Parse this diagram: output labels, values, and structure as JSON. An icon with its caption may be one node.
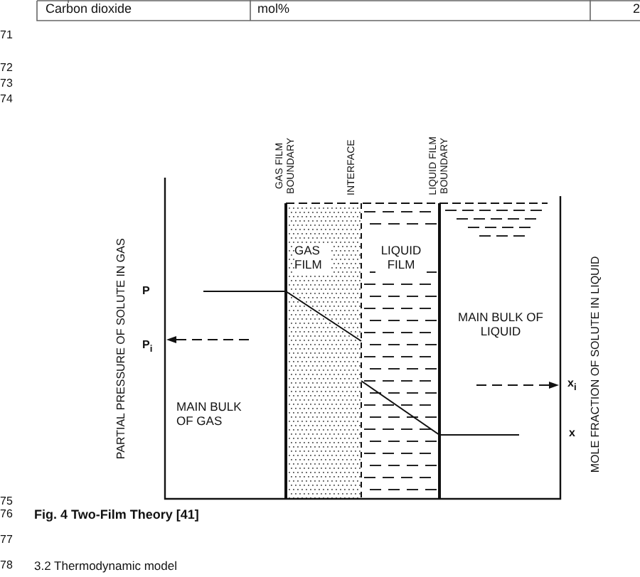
{
  "diagram": {
    "caption": "Fig. 4 Two-Film Theory [41]",
    "nodes": [
      {
        "text": [
          "MAIN BULK OF GAS"
        ]
      },
      {
        "text": [
          "GAS FILM"
        ]
      },
      {
        "text": [
          "LIQUID FILM"
        ]
      },
      {
        "text": [
          "MAIN BULK OF LIQUID"
        ]
      }
    ],
    "labels": [
      "Carbon dioxide",
      "mol%",
      "2",
      "71",
      "72",
      "73",
      "74",
      "GAS FILM BOUNDARY",
      "INTERFACE",
      "LIQUID FILM BOUNDARY",
      "PARTIAL PRESSURE OF SOLUTE IN GAS",
      "P",
      "P$_{i}$",
      "x$_{i}$",
      "x",
      "MOLE FRACTION OF SOLUTE IN LIQUID",
      "75",
      "76",
      "77",
      "78",
      "3.2 Thermodynamic model"
    ]
  }
}
